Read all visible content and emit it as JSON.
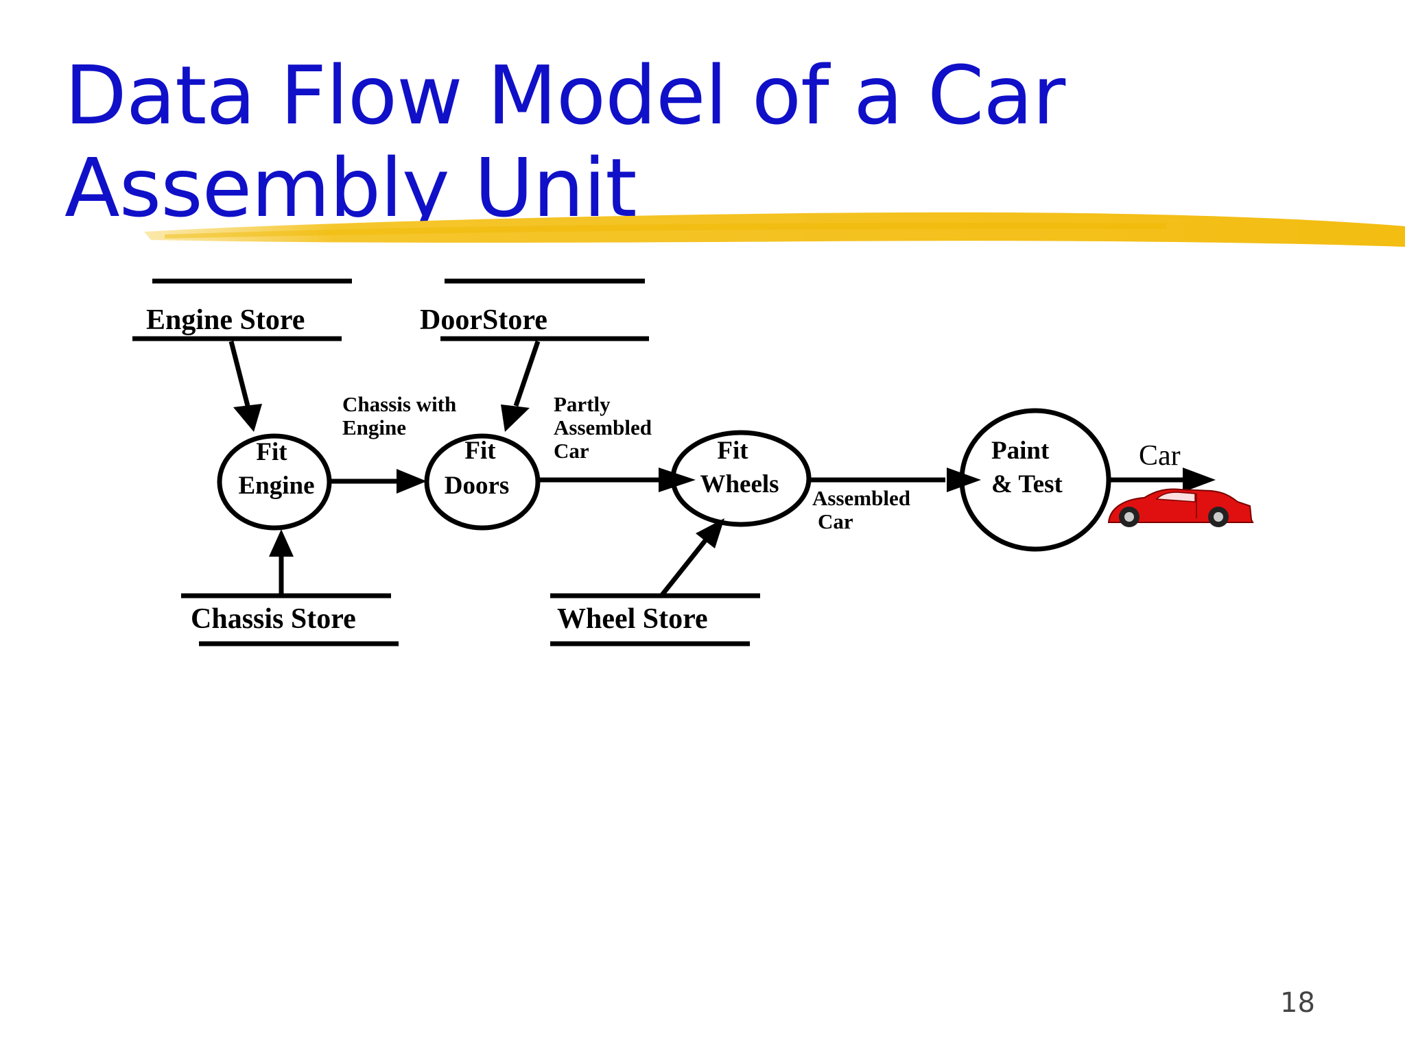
{
  "slide": {
    "title_line1": "Data Flow Model of a Car",
    "title_line2": "Assembly Unit",
    "page_number": "18",
    "title_color": "#1010c8",
    "underline_color": "#f5c219"
  },
  "diagram": {
    "stores": {
      "engine": "Engine  Store",
      "door": "DoorStore",
      "chassis": "Chassis Store",
      "wheel": "Wheel Store"
    },
    "processes": {
      "fit_engine": [
        "Fit",
        "Engine"
      ],
      "fit_doors": [
        "Fit",
        "Doors"
      ],
      "fit_wheels": [
        "Fit",
        "Wheels"
      ],
      "paint_test": [
        "Paint",
        "&  Test"
      ]
    },
    "flows": {
      "chassis_with_engine": [
        "Chassis with",
        "Engine"
      ],
      "partly_assembled": [
        "Partly",
        "Assembled",
        "Car"
      ],
      "assembled_car": [
        "Assembled",
        "Car"
      ],
      "car": "Car"
    },
    "output_icon": "red-car-icon"
  }
}
